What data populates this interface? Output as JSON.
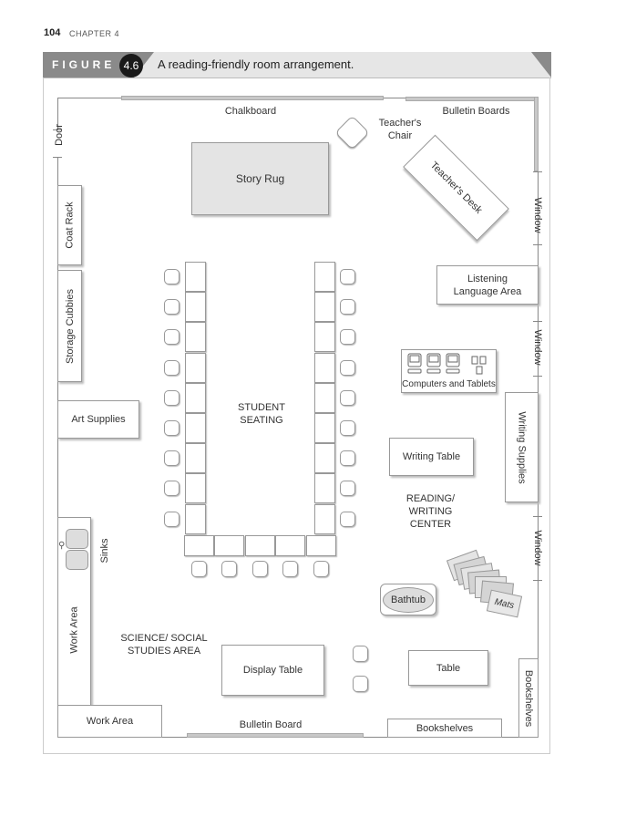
{
  "page": {
    "number": "104",
    "chapter": "CHAPTER 4"
  },
  "figure": {
    "word": "FIGURE",
    "number": "4.6",
    "caption": "A reading-friendly room arrangement."
  },
  "labels": {
    "chalkboard": "Chalkboard",
    "bulletin_boards": "Bulletin Boards",
    "teachers_chair": "Teacher's Chair",
    "door": "Door",
    "story_rug": "Story Rug",
    "teachers_desk": "Teacher's Desk",
    "window": "Window",
    "coat_rack": "Coat Rack",
    "storage_cubbies": "Storage Cubbies",
    "listening_area": "Listening Language Area",
    "computers": "Computers and Tablets",
    "art_supplies": "Art Supplies",
    "student_seating": "STUDENT SEATING",
    "writing_table": "Writing Table",
    "writing_supplies": "Writing Supplies",
    "reading_center": "READING/ WRITING CENTER",
    "sinks": "Sinks",
    "bathtub": "Bathtub",
    "mats": "Mats",
    "work_area": "Work Area",
    "science_area": "SCIENCE/ SOCIAL STUDIES AREA",
    "display_table": "Display Table",
    "table": "Table",
    "bookshelves": "Bookshelves",
    "bulletin_board": "Bulletin Board"
  }
}
